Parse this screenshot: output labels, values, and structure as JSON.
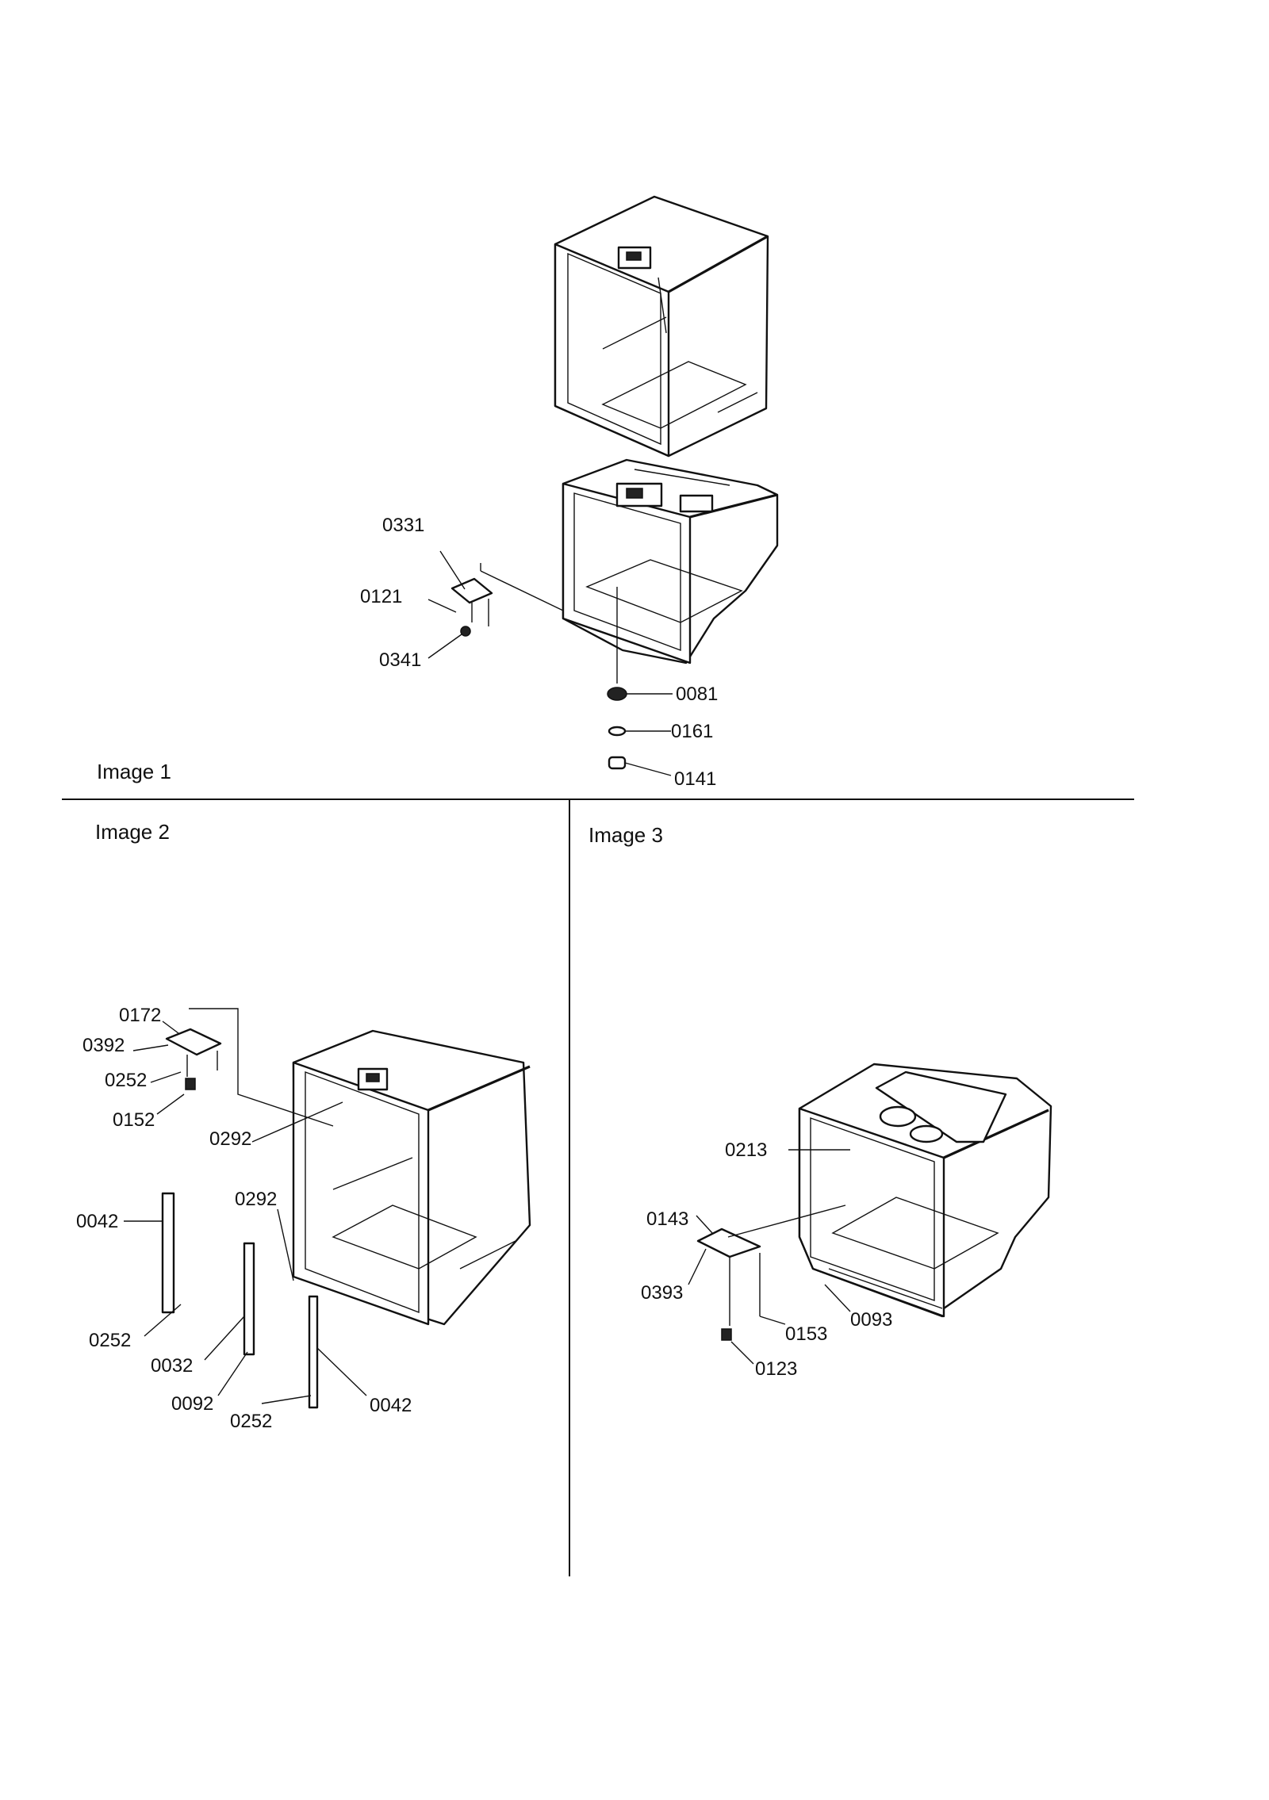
{
  "panels": [
    {
      "caption": "Image 1",
      "callouts": [
        "0331",
        "0121",
        "0341",
        "0081",
        "0161",
        "0141"
      ]
    },
    {
      "caption": "Image 2",
      "callouts": [
        "0172",
        "0392",
        "0252",
        "0152",
        "0292",
        "0042",
        "0292",
        "0252",
        "0032",
        "0092",
        "0252",
        "0042"
      ]
    },
    {
      "caption": "Image 3",
      "callouts": [
        "0213",
        "0143",
        "0393",
        "0153",
        "0093",
        "0123"
      ]
    }
  ]
}
